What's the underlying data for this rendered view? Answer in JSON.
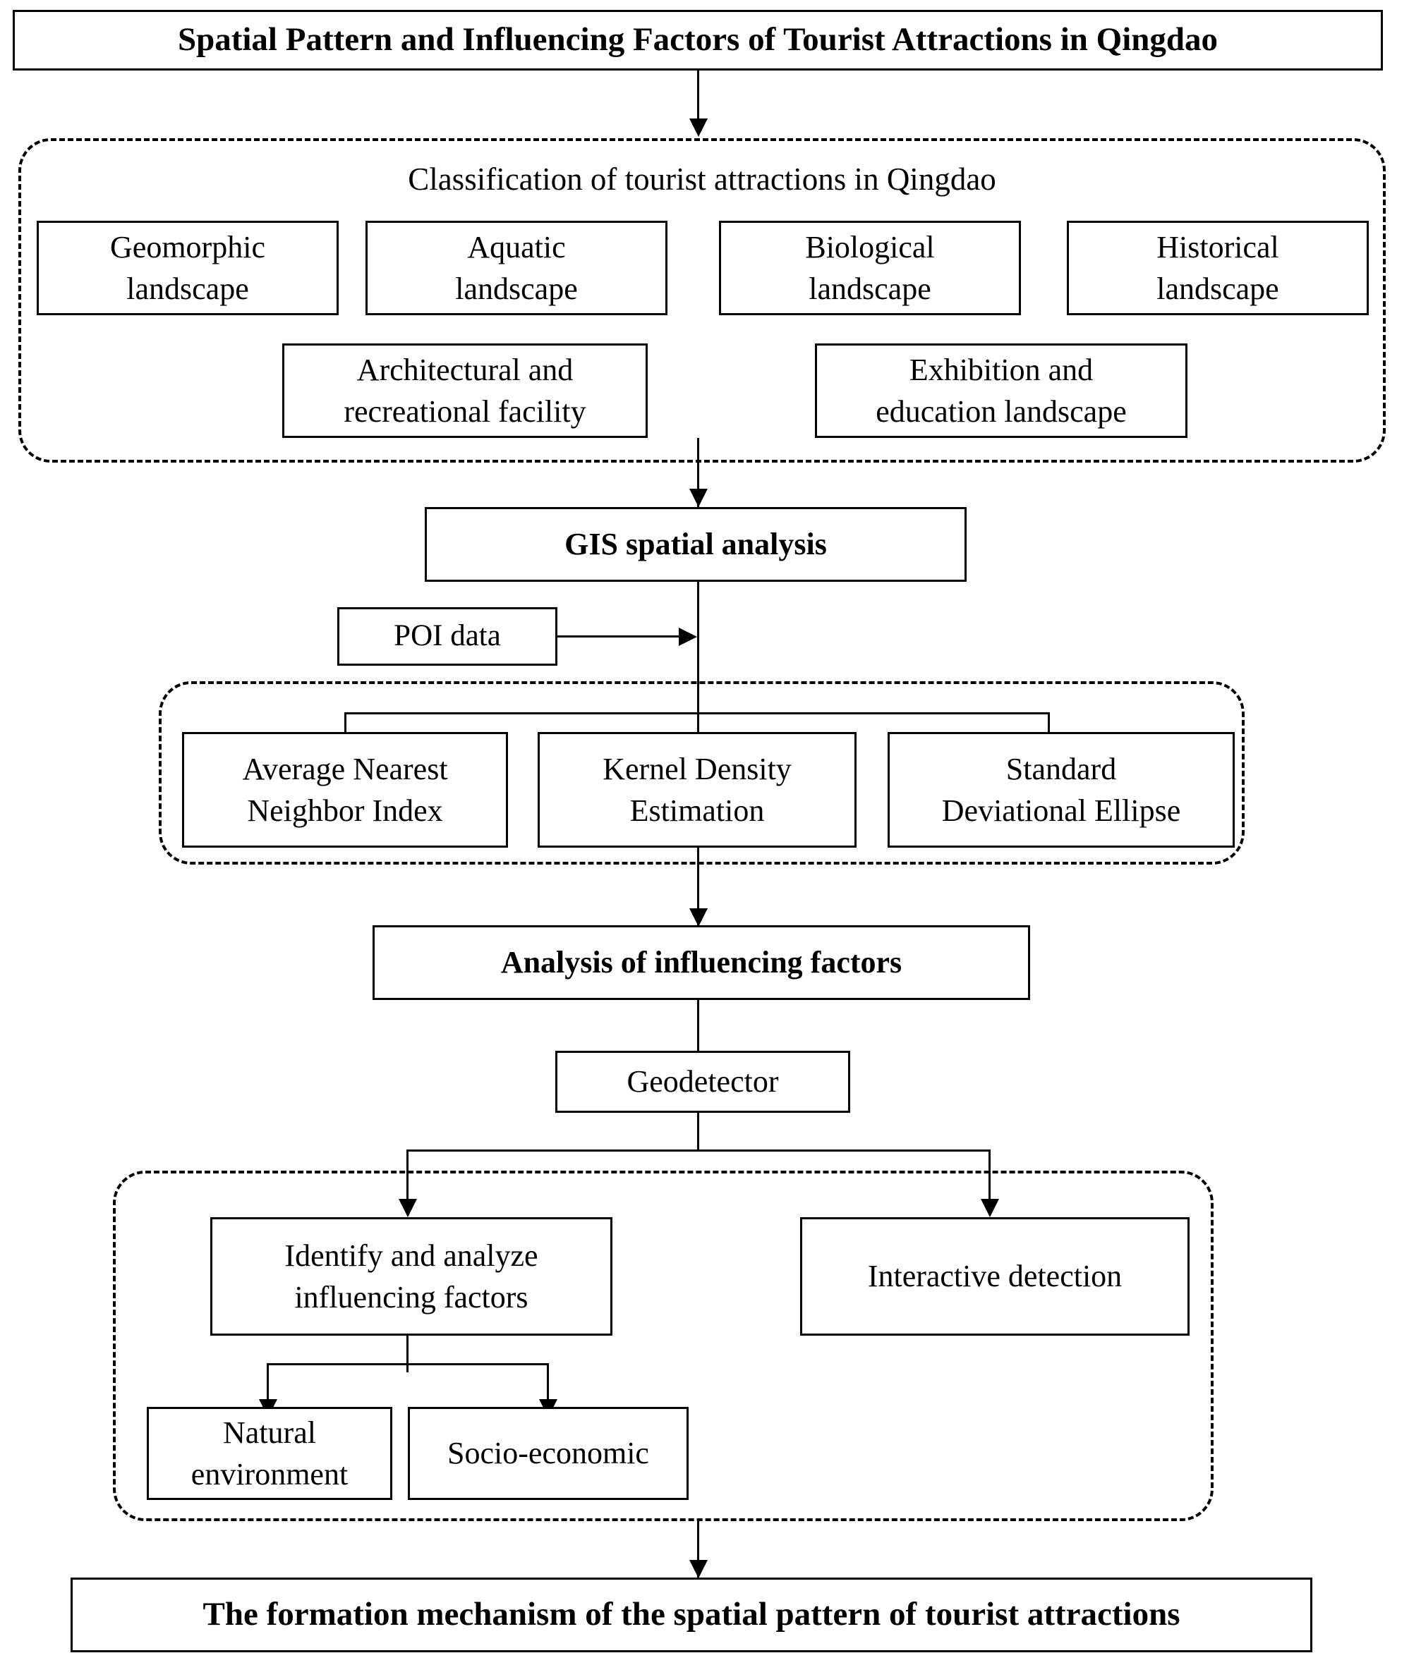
{
  "diagram": {
    "type": "flowchart",
    "title_box": {
      "label": "Spatial Pattern and Influencing Factors of Tourist Attractions in Qingdao",
      "bold": true
    },
    "classification_group": {
      "label": "Classification of tourist attractions in Qingdao",
      "style": "dashed-rounded",
      "items_row1": [
        {
          "label": "Geomorphic\nlandscape"
        },
        {
          "label": "Aquatic\nlandscape"
        },
        {
          "label": "Biological\nlandscape"
        },
        {
          "label": "Historical\nlandscape"
        }
      ],
      "items_row2": [
        {
          "label": "Architectural and\nrecreational facility"
        },
        {
          "label": "Exhibition and\neducation landscape"
        }
      ]
    },
    "gis_node": {
      "label": "GIS spatial analysis",
      "bold": true
    },
    "poi_node": {
      "label": "POI data",
      "bold": false
    },
    "methods_group": {
      "style": "dashed-rounded",
      "items": [
        {
          "label": "Average Nearest\nNeighbor Index"
        },
        {
          "label": "Kernel Density\nEstimation"
        },
        {
          "label": "Standard\nDeviational Ellipse"
        }
      ]
    },
    "factors_node": {
      "label": "Analysis of influencing factors",
      "bold": true
    },
    "geodetector_node": {
      "label": "Geodetector",
      "bold": false
    },
    "detection_group": {
      "style": "dashed-rounded",
      "identify_node": {
        "label": "Identify and analyze\ninfluencing factors"
      },
      "interactive_node": {
        "label": "Interactive detection"
      },
      "sub_items": [
        {
          "label": "Natural\nenvironment"
        },
        {
          "label": "Socio-economic"
        }
      ]
    },
    "conclusion_box": {
      "label": "The formation mechanism of the spatial pattern of tourist attractions",
      "bold": true
    },
    "colors": {
      "stroke": "#000000",
      "fill": "#ffffff",
      "text": "#000000"
    }
  }
}
